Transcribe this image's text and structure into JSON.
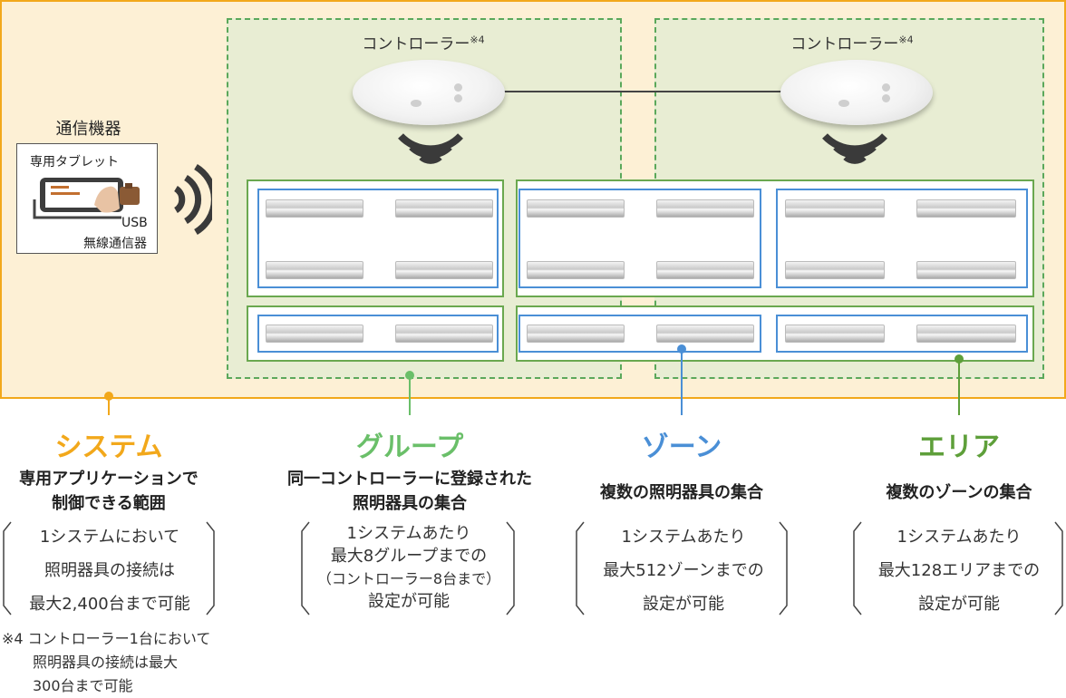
{
  "device": {
    "title": "通信機器",
    "tablet_label": "専用タブレット",
    "usb_label_line1": "USB",
    "usb_label_line2": "無線通信器"
  },
  "controllers": [
    {
      "label": "コントローラー",
      "mark": "※4"
    },
    {
      "label": "コントローラー",
      "mark": "※4"
    }
  ],
  "categories": {
    "system": {
      "title": "システム",
      "subtitle": [
        "専用アプリケーションで",
        "制御できる範囲"
      ],
      "note": [
        "1システムにおいて",
        "照明器具の接続は",
        "最大2,400台まで可能"
      ],
      "color": "#f2a81b"
    },
    "group": {
      "title": "グループ",
      "subtitle": [
        "同一コントローラーに登録された",
        "照明器具の集合"
      ],
      "note": [
        "1システムあたり",
        "最大8グループまでの",
        "（コントローラー8台まで）",
        "設定が可能"
      ],
      "color": "#6abf69"
    },
    "zone": {
      "title": "ゾーン",
      "subtitle": [
        "複数の照明器具の集合"
      ],
      "note": [
        "1システムあたり",
        "最大512ゾーンまでの",
        "設定が可能"
      ],
      "color": "#4a8fd6"
    },
    "area": {
      "title": "エリア",
      "subtitle": [
        "複数のゾーンの集合"
      ],
      "note": [
        "1システムあたり",
        "最大128エリアまでの",
        "設定が可能"
      ],
      "color": "#5e9f3a"
    }
  },
  "footnote": [
    "※4 コントローラー1台において",
    "照明器具の接続は最大",
    "300台まで可能"
  ]
}
